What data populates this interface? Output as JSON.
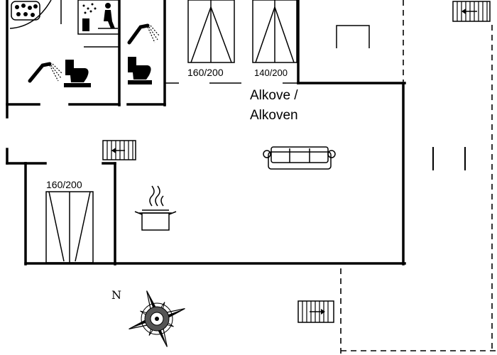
{
  "room_label": {
    "line1": "Alkove /",
    "line2": "Alkoven"
  },
  "beds": [
    {
      "size": "160/200"
    },
    {
      "size": "140/200"
    },
    {
      "size": "160/200"
    }
  ],
  "compass": {
    "north": "N"
  }
}
